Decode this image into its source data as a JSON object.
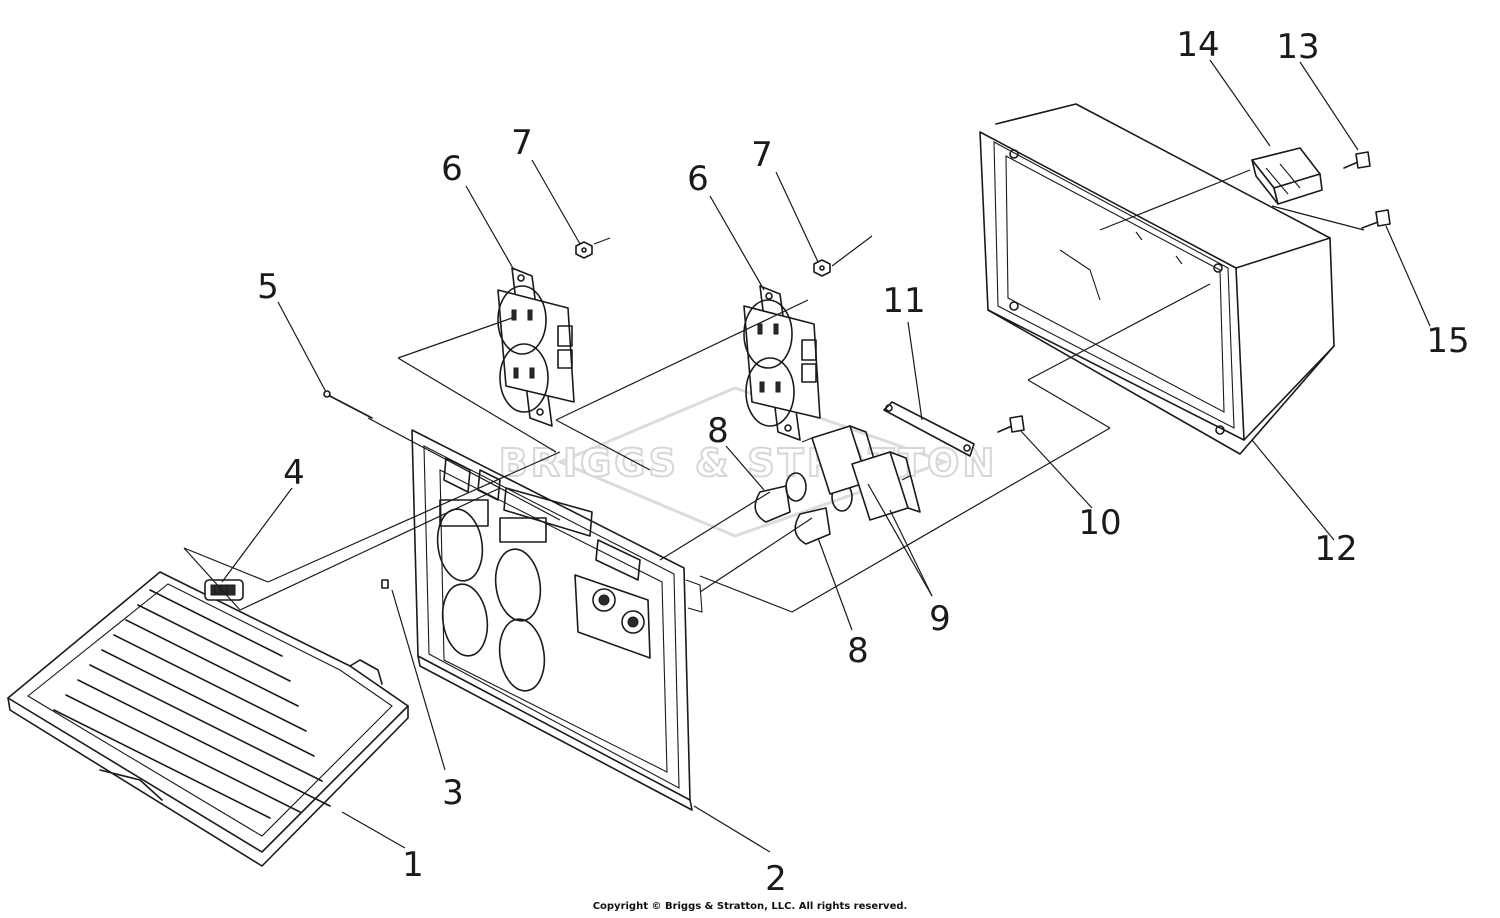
{
  "watermark": {
    "text": "BRIGGS & STRATTON"
  },
  "callouts": {
    "c1": "1",
    "c2": "2",
    "c3": "3",
    "c4": "4",
    "c5": "5",
    "c6a": "6",
    "c6b": "6",
    "c7a": "7",
    "c7b": "7",
    "c8a": "8",
    "c8b": "8",
    "c9": "9",
    "c10": "10",
    "c11": "11",
    "c12": "12",
    "c13": "13",
    "c14": "14",
    "c15": "15"
  },
  "copyright": "Copyright © Briggs & Stratton, LLC. All rights reserved."
}
